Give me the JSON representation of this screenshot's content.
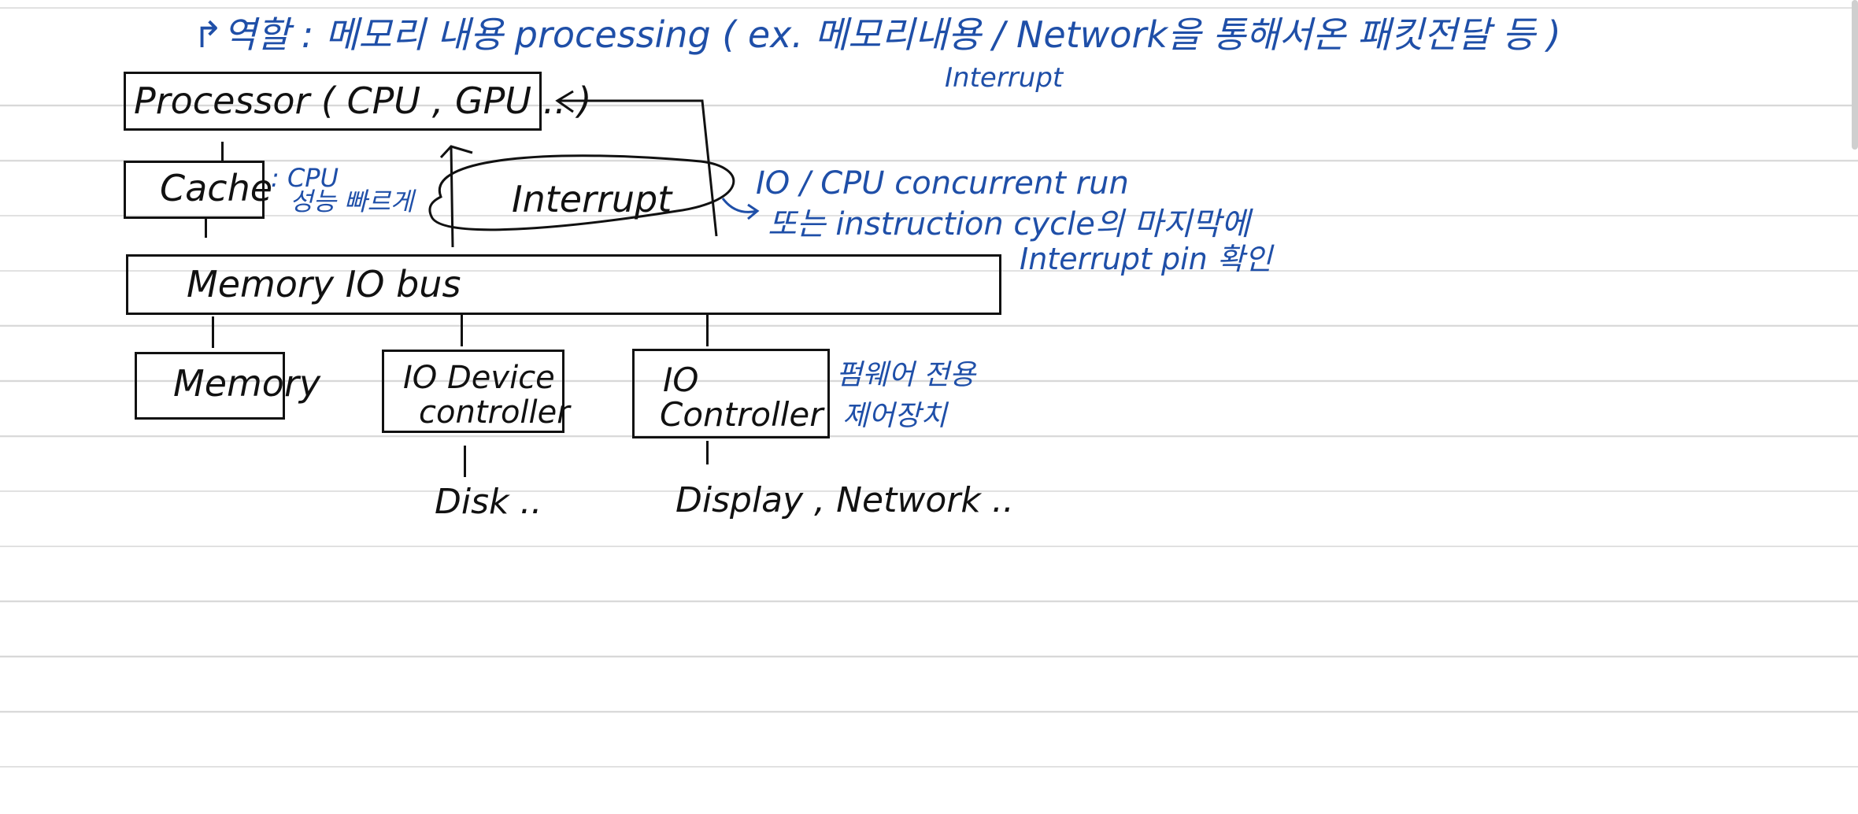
{
  "role_note": "↱역할 : 메모리 내용 processing ( ex. 메모리내용 / Network을 통해서온 패킷전달 등 )",
  "interrupt_small": "Interrupt",
  "processor_label": "Processor ( CPU , GPU .. )",
  "cache_label": "Cache",
  "cache_note_line1": ": CPU",
  "cache_note_line2": "성능 빠르게",
  "interrupt_label": "Interrupt",
  "interrupt_note_line1": "IO / CPU concurrent run",
  "interrupt_note_line2": "또는 instruction cycle의 마지막에",
  "interrupt_note_line3": "Interrupt pin 확인",
  "bus_label": "Memory IO bus",
  "memory_label": "Memory",
  "io_device_controller_line1": "IO Device",
  "io_device_controller_line2": "controller",
  "io_controller_line1": "IO",
  "io_controller_line2": "Controller",
  "io_controller_note_line1": "펌웨어 전용",
  "io_controller_note_line2": "제어장치",
  "disk_label": "Disk ..",
  "display_label": "Display , Network ..",
  "colors": {
    "ink": "#111111",
    "annotation_blue": "#1f4fa8",
    "ruled_line": "#d8d8d8"
  }
}
